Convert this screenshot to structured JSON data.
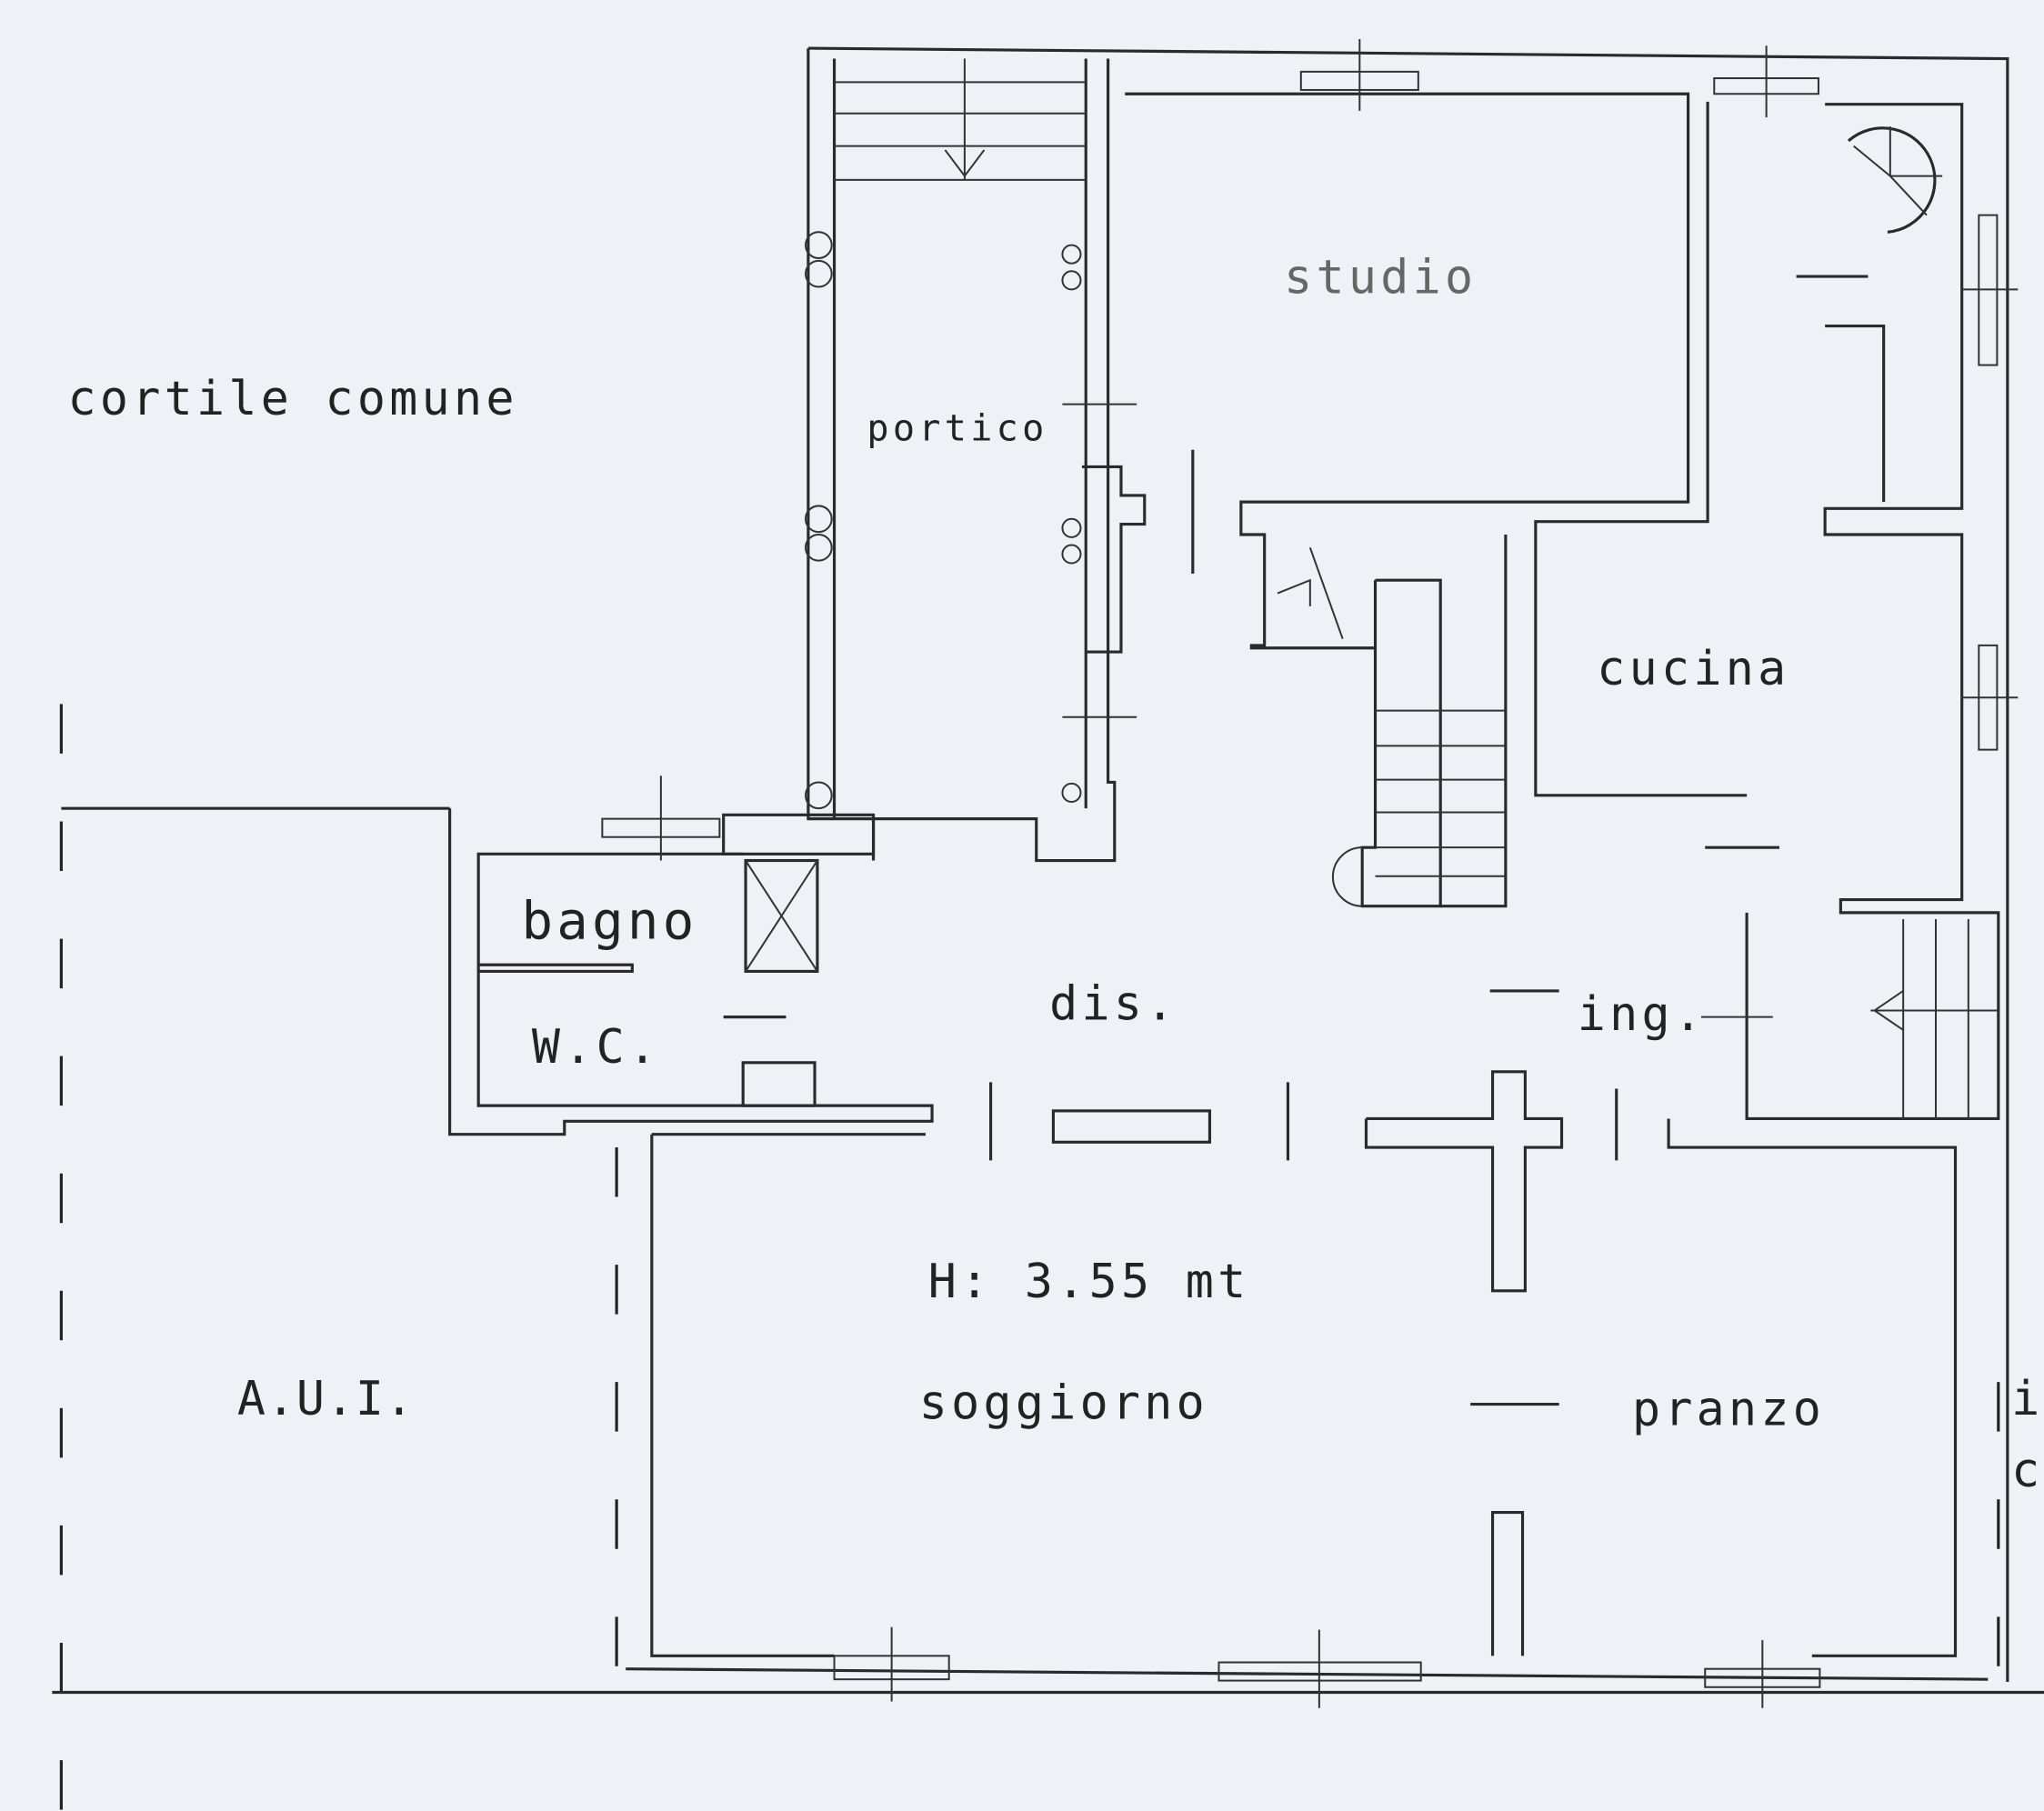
{
  "title": "Floor plan",
  "colors": {
    "paper": "#eef1f6",
    "ink": "#2a2a2a"
  },
  "labels": {
    "cortile": "cortile comune",
    "portico": "portico",
    "studio": "studio",
    "cucina": "cucina",
    "bagno": "bagno",
    "wc": "W.C.",
    "dis": "dis.",
    "ing": "ing.",
    "height": "H: 3.55 mt",
    "soggiorno": "soggiorno",
    "pranzo": "pranzo",
    "aui": "A.U.I.",
    "cut_right_1": "in",
    "cut_right_2": "c"
  }
}
